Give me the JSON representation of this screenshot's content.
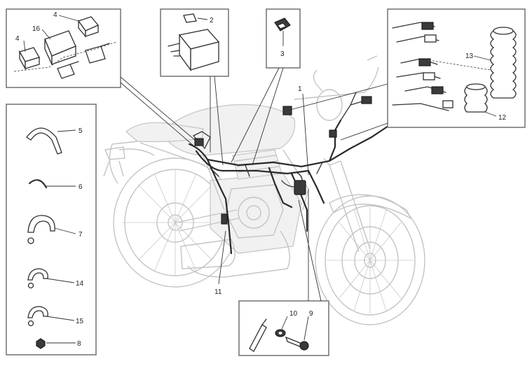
{
  "callouts": {
    "c1": "1",
    "c2": "2",
    "c3": "3",
    "c4a": "4",
    "c4b": "4",
    "c5": "5",
    "c6": "6",
    "c7": "7",
    "c8": "8",
    "c9": "9",
    "c10": "10",
    "c11": "11",
    "c12": "12",
    "c13": "13",
    "c14": "14",
    "c15": "15",
    "c16": "16"
  }
}
